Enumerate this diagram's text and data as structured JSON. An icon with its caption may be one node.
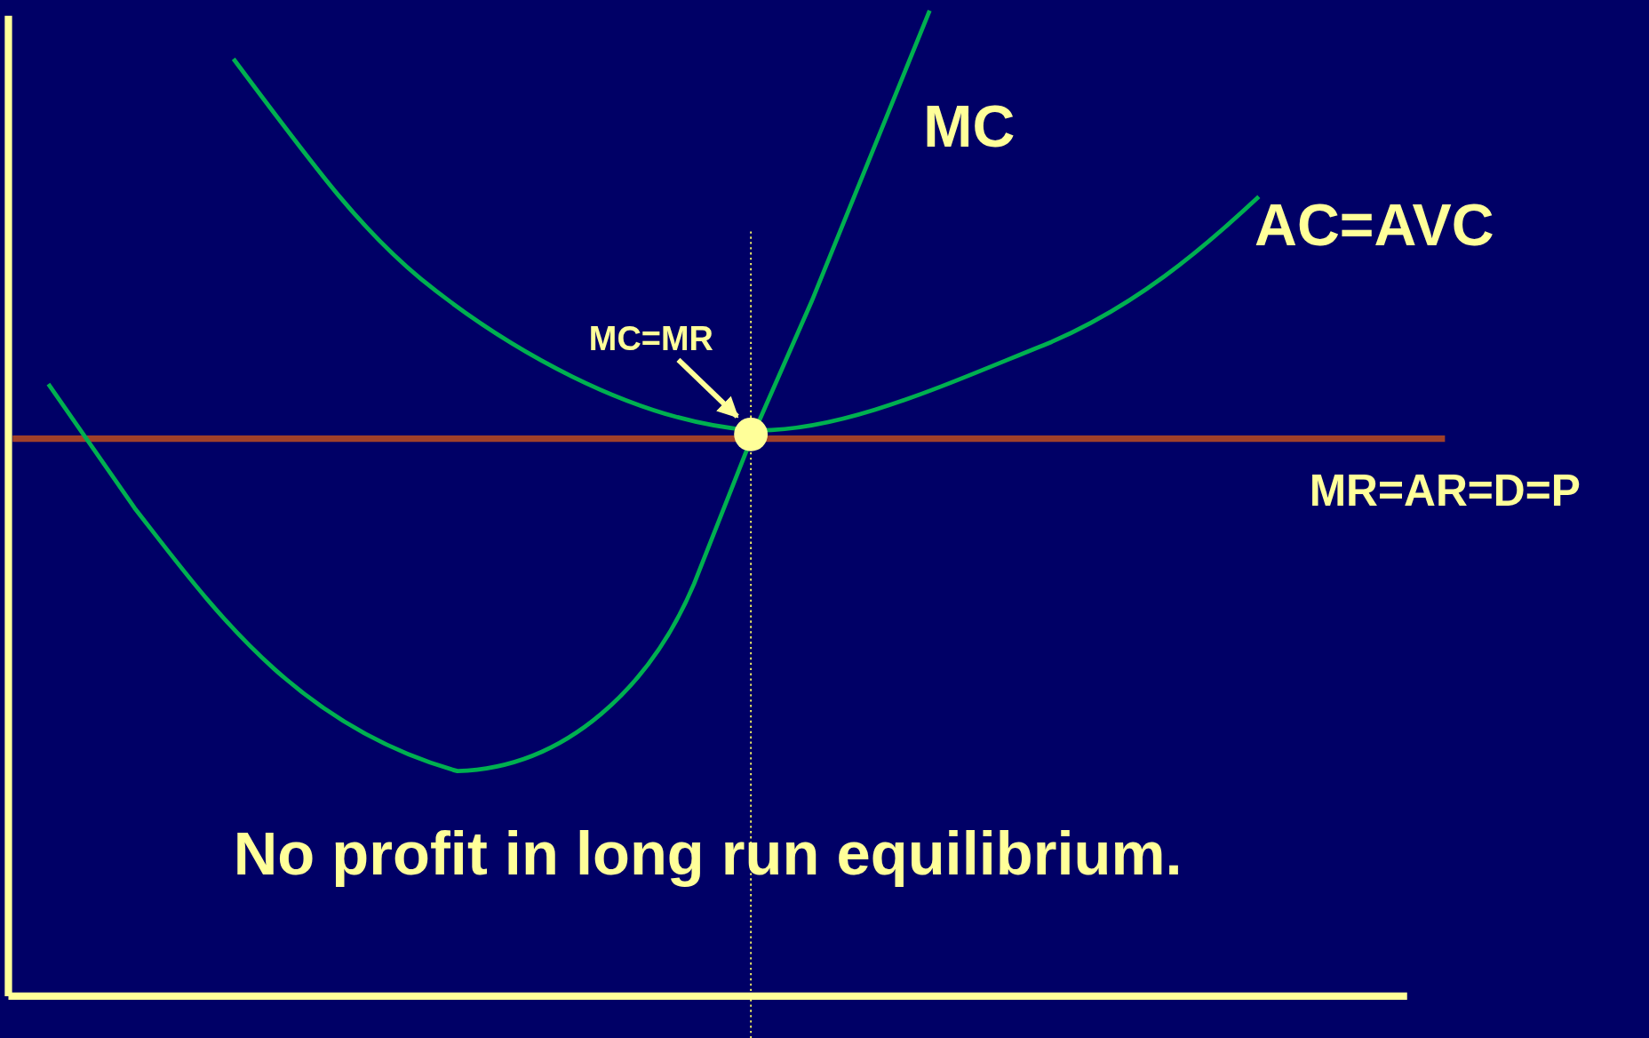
{
  "diagram": {
    "nodes": [
      {
        "text": [
          "MC=MR"
        ]
      },
      {
        "text": [],
        "shape": "circle"
      }
    ],
    "edges": [
      {
        "from": 0,
        "to": 1,
        "arrow": "to"
      }
    ],
    "labels": [
      "MC",
      "AC=AVC",
      "MR=AR=D=P",
      "No profit in long run equilibrium."
    ]
  }
}
